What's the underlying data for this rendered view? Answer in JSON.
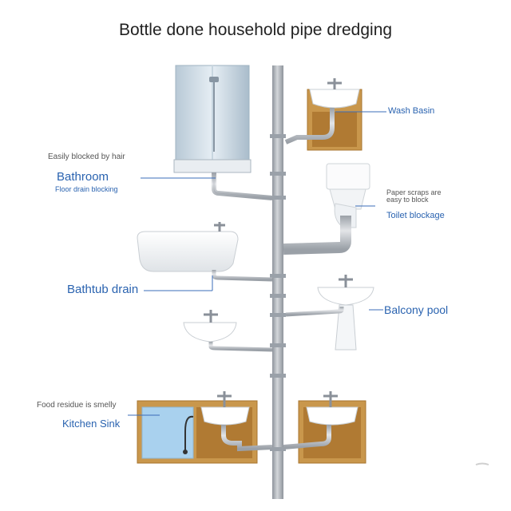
{
  "title": "Bottle done household pipe dredging",
  "labels": {
    "easily_blocked": "Easily blocked by hair",
    "bathroom": "Bathroom",
    "floor_drain": "Floor drain blocking",
    "wash_basin": "Wash Basin",
    "paper_scraps_1": "Paper scraps are",
    "paper_scraps_2": "easy to block",
    "toilet_blockage": "Toilet blockage",
    "bathtub_drain": "Bathtub drain",
    "balcony_pool": "Balcony pool",
    "food_residue": "Food residue is smelly",
    "kitchen_sink": "Kitchen Sink"
  },
  "colors": {
    "pipe": "#b9bdc3",
    "pipe_dark": "#8d939b",
    "cabinet": "#c9974c",
    "cabinet_inner": "#b07a33",
    "accent_blue": "#2a63b0",
    "water_blue": "#a9d1ee"
  },
  "icons": [
    "faucet-icon",
    "shower-icon"
  ]
}
